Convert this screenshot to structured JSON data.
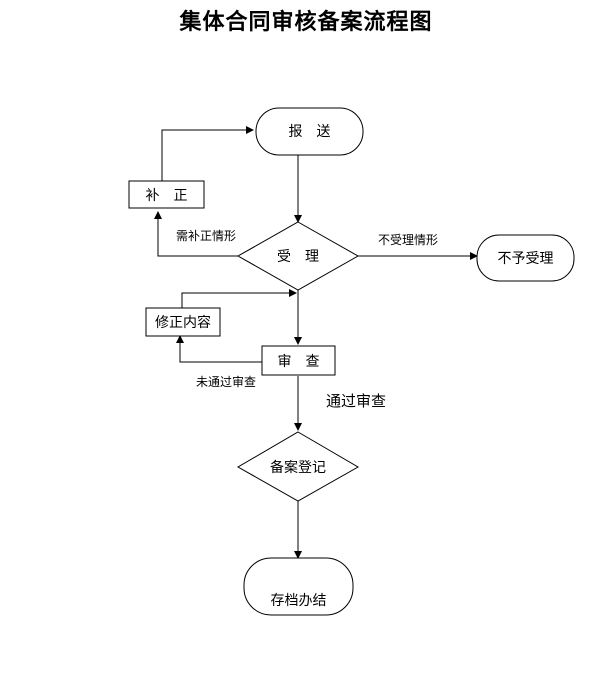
{
  "title": "集体合同审核备案流程图",
  "nodes": {
    "submit": "报　送",
    "supplement": "补　正",
    "accept": "受　理",
    "reject": "不予受理",
    "revise": "修正内容",
    "review": "审　查",
    "register": "备案登记",
    "archive": "存档办结"
  },
  "edges": {
    "need_supplement": "需补正情形",
    "not_accepted": "不受理情形",
    "review_failed": "未通过审查",
    "review_passed": "通过审查"
  }
}
